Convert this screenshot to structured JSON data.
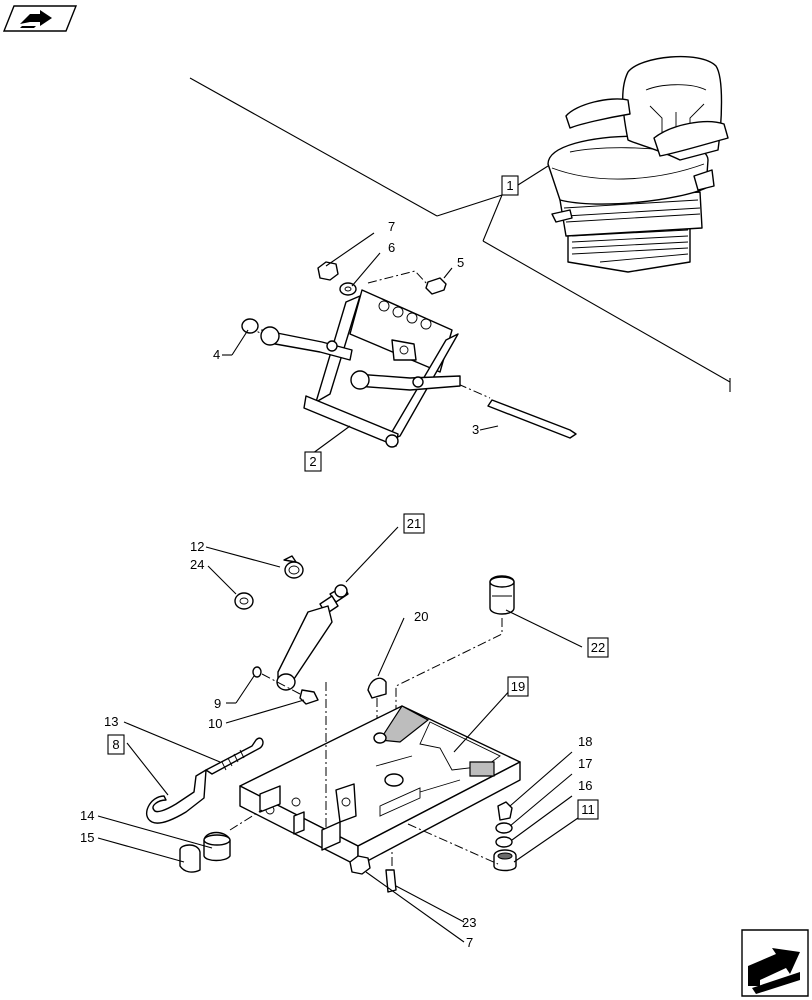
{
  "diagram": {
    "callouts": [
      {
        "id": "c1",
        "text": "1",
        "boxed": true
      },
      {
        "id": "c2",
        "text": "2",
        "boxed": true
      },
      {
        "id": "c3",
        "text": "3",
        "boxed": false
      },
      {
        "id": "c4",
        "text": "4",
        "boxed": false
      },
      {
        "id": "c5",
        "text": "5",
        "boxed": false
      },
      {
        "id": "c6",
        "text": "6",
        "boxed": false
      },
      {
        "id": "c7a",
        "text": "7",
        "boxed": false
      },
      {
        "id": "c7b",
        "text": "7",
        "boxed": false
      },
      {
        "id": "c8",
        "text": "8",
        "boxed": true
      },
      {
        "id": "c9",
        "text": "9",
        "boxed": false
      },
      {
        "id": "c10",
        "text": "10",
        "boxed": false
      },
      {
        "id": "c11",
        "text": "11",
        "boxed": true
      },
      {
        "id": "c12",
        "text": "12",
        "boxed": false
      },
      {
        "id": "c13",
        "text": "13",
        "boxed": false
      },
      {
        "id": "c14",
        "text": "14",
        "boxed": false
      },
      {
        "id": "c15",
        "text": "15",
        "boxed": false
      },
      {
        "id": "c16",
        "text": "16",
        "boxed": false
      },
      {
        "id": "c17",
        "text": "17",
        "boxed": false
      },
      {
        "id": "c18",
        "text": "18",
        "boxed": false
      },
      {
        "id": "c19",
        "text": "19",
        "boxed": true
      },
      {
        "id": "c20",
        "text": "20",
        "boxed": false
      },
      {
        "id": "c21",
        "text": "21",
        "boxed": true
      },
      {
        "id": "c22",
        "text": "22",
        "boxed": true
      },
      {
        "id": "c23",
        "text": "23",
        "boxed": false
      },
      {
        "id": "c24",
        "text": "24",
        "boxed": false
      }
    ],
    "icons": {
      "top_left": "book-arrow-icon",
      "bottom_right": "next-page-arrow-icon"
    }
  }
}
